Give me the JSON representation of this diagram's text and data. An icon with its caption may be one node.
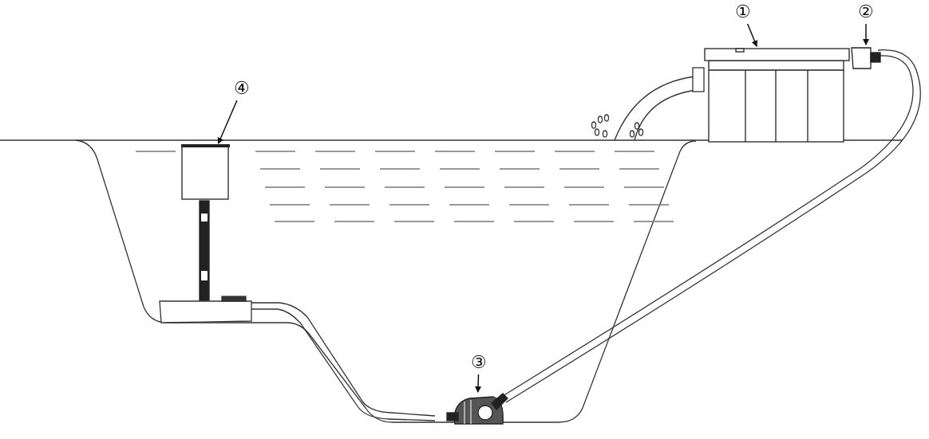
{
  "diagram": {
    "nodes": [
      {
        "text": [
          "①"
        ]
      },
      {
        "text": [],
        "shape": "box"
      },
      {
        "text": [
          "②"
        ]
      },
      {
        "text": [],
        "shape": "box"
      },
      {
        "text": [
          "③"
        ]
      },
      {
        "text": [],
        "shape": "picture"
      },
      {
        "text": [
          "④"
        ]
      },
      {
        "text": [],
        "shape": "box"
      }
    ],
    "edges": [
      {
        "from": 0,
        "to": 1,
        "arrow": "to"
      },
      {
        "from": 2,
        "to": 3,
        "arrow": "to"
      },
      {
        "from": 4,
        "to": 5,
        "arrow": "to"
      },
      {
        "from": 6,
        "to": 7,
        "arrow": "to"
      }
    ]
  }
}
